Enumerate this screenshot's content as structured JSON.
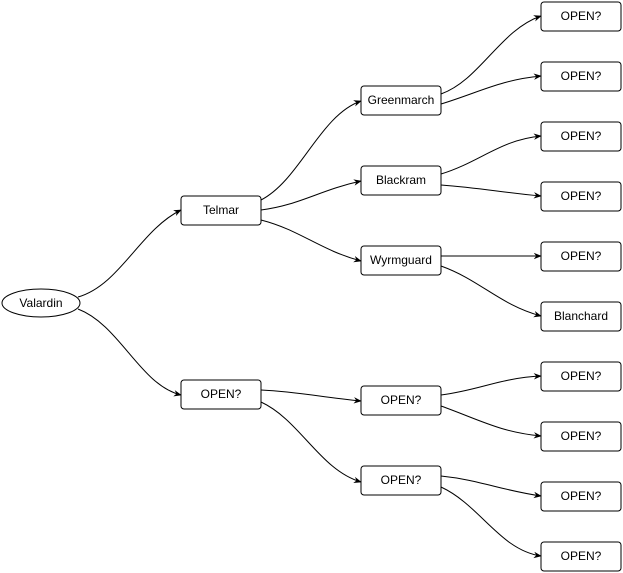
{
  "diagram": {
    "root": {
      "label": "Valardin"
    },
    "level1": [
      {
        "label": "Telmar"
      },
      {
        "label": "OPEN?"
      }
    ],
    "level2": [
      {
        "label": "Greenmarch"
      },
      {
        "label": "Blackram"
      },
      {
        "label": "Wyrmguard"
      },
      {
        "label": "OPEN?"
      },
      {
        "label": "OPEN?"
      }
    ],
    "level3": [
      {
        "label": "OPEN?"
      },
      {
        "label": "OPEN?"
      },
      {
        "label": "OPEN?"
      },
      {
        "label": "OPEN?"
      },
      {
        "label": "OPEN?"
      },
      {
        "label": "Blanchard"
      },
      {
        "label": "OPEN?"
      },
      {
        "label": "OPEN?"
      },
      {
        "label": "OPEN?"
      },
      {
        "label": "OPEN?"
      }
    ]
  }
}
